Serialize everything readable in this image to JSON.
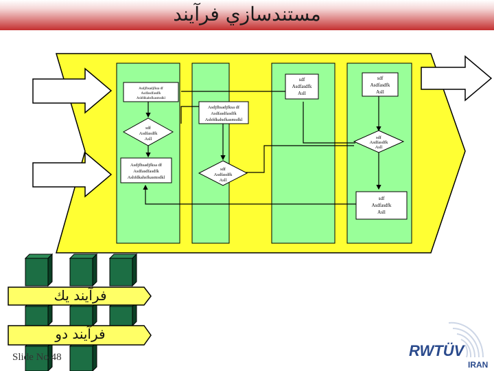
{
  "title": "مستندسازي فرآيند",
  "slide_label": "Slide No.48",
  "process_one": "فرآيند يك",
  "process_two": "فرآيند دو",
  "boxes": {
    "box1": [
      "Asdjfhsadjfksa df",
      "Asdfasdfasdfk",
      "Ashfdkahsfkasmsdkl"
    ],
    "box2": [
      "sdf",
      "Asdfasdfk",
      "Asll"
    ],
    "box3": [
      "sdf",
      "Asdfasdfk",
      "Asll"
    ],
    "box4": [
      "Asdjfhsadjfksa df",
      "Asdfasdfasdfk",
      "Ashfdkahsfkasmsdkl"
    ],
    "box5": [
      "Asdjfhsadjfksa df",
      "Asdfasdfasdfk",
      "Ashfdkahsfkasmsdkl"
    ],
    "box6": [
      "sdf",
      "Asdfasdfk",
      "Asll"
    ]
  },
  "diamonds": {
    "d1": [
      "sdf",
      "Asdfasdfk",
      "Asll"
    ],
    "d2": [
      "sdf",
      "Asdfasdfk",
      "Asll"
    ],
    "d3": [
      "sdf",
      "Asdfasdfk",
      "Asll"
    ]
  },
  "logo": {
    "brand": "RWTÜV",
    "region": "IRAN"
  },
  "colors": {
    "yellow": "#ffff33",
    "green": "#99ff99",
    "logo_blue": "#2a4a8c"
  }
}
